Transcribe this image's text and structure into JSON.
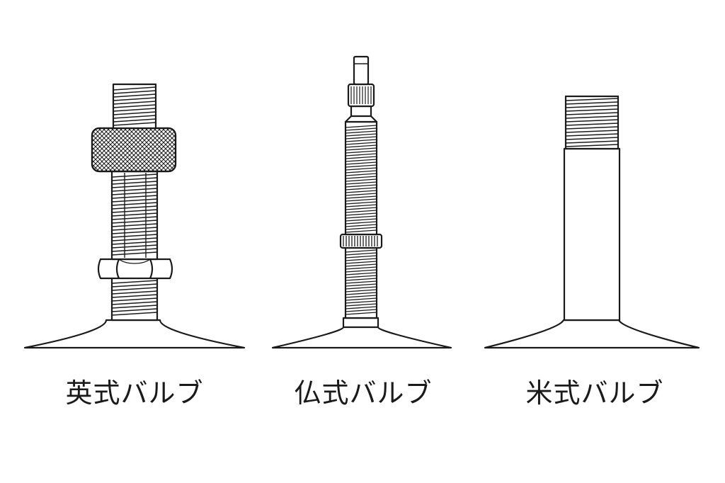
{
  "valves": [
    {
      "name": "英式バルブ"
    },
    {
      "name": "仏式バルブ"
    },
    {
      "name": "米式バルブ"
    }
  ],
  "colors": {
    "line": "#1a1a1a",
    "background": "#ffffff"
  }
}
